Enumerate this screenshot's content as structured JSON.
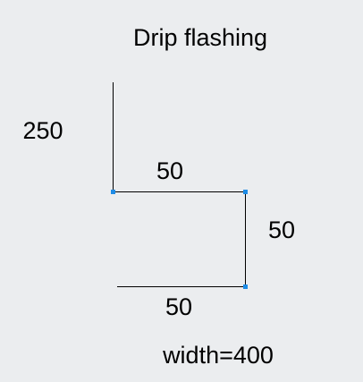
{
  "diagram": {
    "title": "Drip flashing",
    "dimensions": {
      "vertical_top": "250",
      "horizontal_top": "50",
      "vertical_right": "50",
      "horizontal_bottom": "50"
    },
    "width_note": "width=400",
    "colors": {
      "background": "#ebedef",
      "line": "#000000",
      "vertex": "#1e8ce6",
      "text": "#000000"
    }
  }
}
